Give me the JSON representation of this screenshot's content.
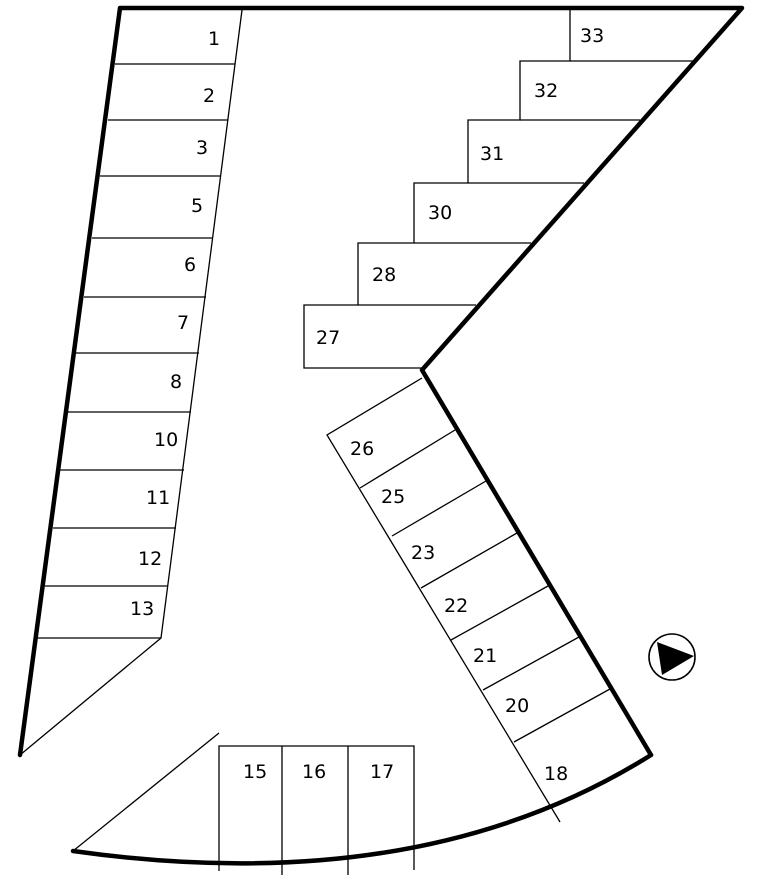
{
  "map": {
    "colors": {
      "line": "#000000",
      "background": "#ffffff"
    },
    "compass": {
      "icon": "north-arrow-icon"
    },
    "spaces": [
      {
        "id": "space-1",
        "label": "1"
      },
      {
        "id": "space-2",
        "label": "2"
      },
      {
        "id": "space-3",
        "label": "3"
      },
      {
        "id": "space-5",
        "label": "5"
      },
      {
        "id": "space-6",
        "label": "6"
      },
      {
        "id": "space-7",
        "label": "7"
      },
      {
        "id": "space-8",
        "label": "8"
      },
      {
        "id": "space-10",
        "label": "10"
      },
      {
        "id": "space-11",
        "label": "11"
      },
      {
        "id": "space-12",
        "label": "12"
      },
      {
        "id": "space-13",
        "label": "13"
      },
      {
        "id": "space-15",
        "label": "15"
      },
      {
        "id": "space-16",
        "label": "16"
      },
      {
        "id": "space-17",
        "label": "17"
      },
      {
        "id": "space-18",
        "label": "18"
      },
      {
        "id": "space-20",
        "label": "20"
      },
      {
        "id": "space-21",
        "label": "21"
      },
      {
        "id": "space-22",
        "label": "22"
      },
      {
        "id": "space-23",
        "label": "23"
      },
      {
        "id": "space-25",
        "label": "25"
      },
      {
        "id": "space-26",
        "label": "26"
      },
      {
        "id": "space-27",
        "label": "27"
      },
      {
        "id": "space-28",
        "label": "28"
      },
      {
        "id": "space-30",
        "label": "30"
      },
      {
        "id": "space-31",
        "label": "31"
      },
      {
        "id": "space-32",
        "label": "32"
      },
      {
        "id": "space-33",
        "label": "33"
      }
    ]
  }
}
